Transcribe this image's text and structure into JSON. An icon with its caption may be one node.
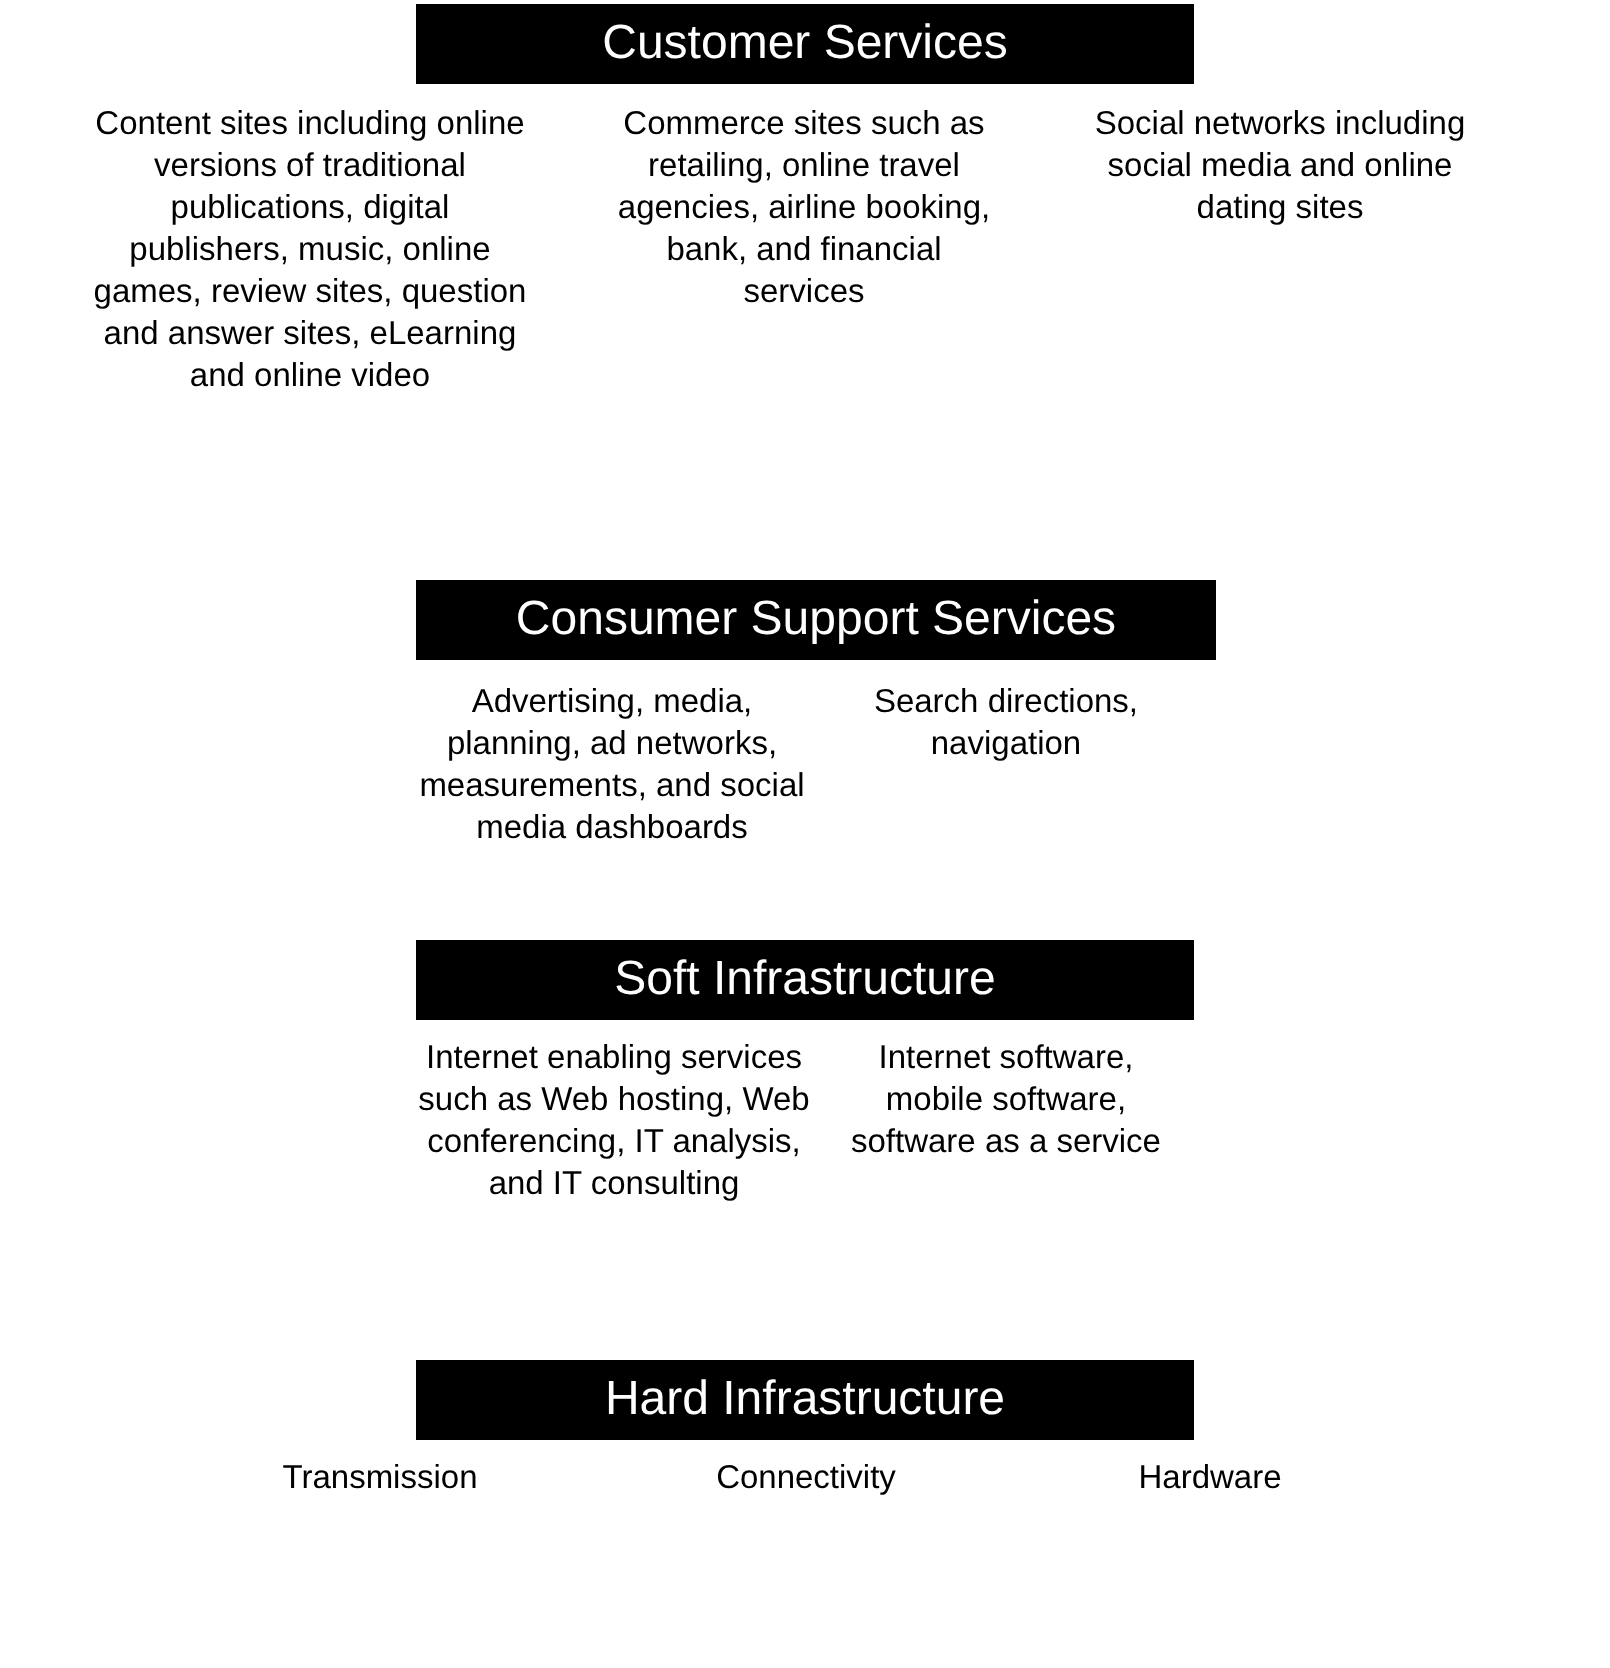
{
  "diagram": {
    "nodes": [
      {
        "text": [
          "Customer Services"
        ]
      },
      {
        "text": [
          "Consumer Support Services"
        ]
      },
      {
        "text": [
          "Soft Infrastructure"
        ]
      },
      {
        "text": [
          "Hard Infrastructure"
        ]
      }
    ],
    "labels": [
      "Content sites including online versions of traditional publications, digital publishers, music, online games, review sites, question and answer sites, eLearning and online video",
      "Commerce sites such as retailing, online travel agencies, airline booking, bank, and financial services",
      "Social networks including social media and online dating sites",
      "Advertising, media, planning, ad networks, measurements, and social media dashboards",
      "Search directions, navigation",
      "Internet enabling services such as Web hosting, Web conferencing, IT analysis, and IT consulting",
      "Internet software, mobile software, software as a service",
      "Transmission",
      "Connectivity",
      "Hardware"
    ]
  }
}
